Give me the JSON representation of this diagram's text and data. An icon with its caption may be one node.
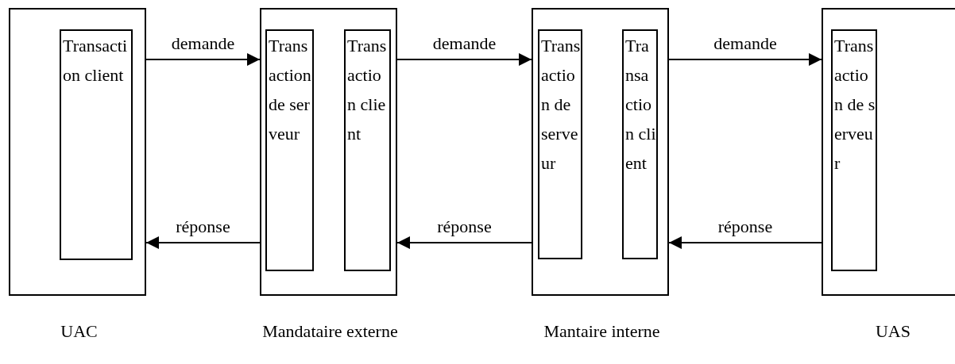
{
  "diagram": {
    "nodes": [
      {
        "text": [
          "UAC"
        ]
      },
      {
        "text": [
          "Transaction client"
        ],
        "in": 0
      },
      {
        "text": [
          "Mandataire externe"
        ]
      },
      {
        "text": [
          "Transaction de serveur"
        ],
        "in": 2
      },
      {
        "text": [
          "Transaction client"
        ],
        "in": 2
      },
      {
        "text": [
          "Mantaire interne"
        ]
      },
      {
        "text": [
          "Transaction de serveur"
        ],
        "in": 5
      },
      {
        "text": [
          "Transaction client"
        ],
        "in": 5
      },
      {
        "text": [
          "UAS"
        ]
      },
      {
        "text": [
          "Transaction de serveur"
        ],
        "in": 8
      }
    ],
    "edges": [
      {
        "from": 0,
        "to": 2,
        "arrow": "to",
        "label": "demande"
      },
      {
        "from": 2,
        "to": 5,
        "arrow": "to",
        "label": "demande"
      },
      {
        "from": 5,
        "to": 8,
        "arrow": "to",
        "label": "demande"
      },
      {
        "from": 2,
        "to": 0,
        "arrow": "to",
        "label": "réponse"
      },
      {
        "from": 5,
        "to": 2,
        "arrow": "to",
        "label": "réponse"
      },
      {
        "from": 8,
        "to": 5,
        "arrow": "to",
        "label": "réponse"
      }
    ]
  }
}
